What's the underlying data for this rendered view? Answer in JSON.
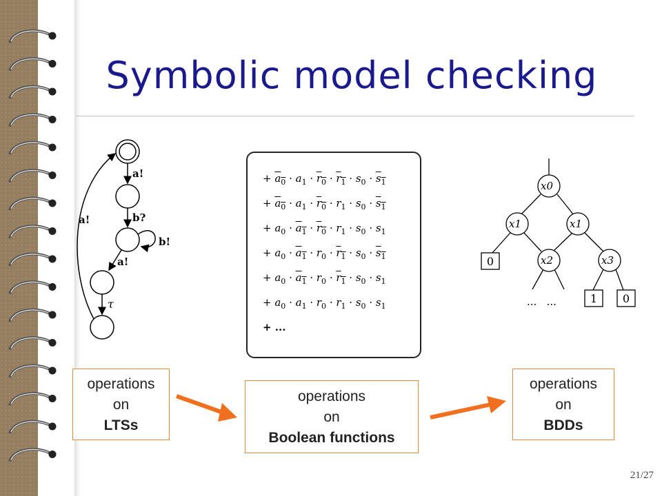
{
  "title": "Symbolic model checking",
  "lts": {
    "labels": {
      "a1": "a!",
      "b1": "b?",
      "b2": "b!",
      "a2": "a!",
      "tau": "τ",
      "back": "a!"
    }
  },
  "formulas": [
    {
      "parts": [
        [
          "+ ",
          false
        ],
        [
          "a",
          false,
          "0",
          true
        ],
        [
          " · ",
          false
        ],
        [
          "a",
          false,
          "1",
          false
        ],
        [
          " · ",
          false
        ],
        [
          "r",
          false,
          "0",
          true
        ],
        [
          " · ",
          false
        ],
        [
          "r",
          false,
          "1",
          true
        ],
        [
          " · ",
          false
        ],
        [
          "s",
          false,
          "0",
          false
        ],
        [
          " · ",
          false
        ],
        [
          "s",
          false,
          "1",
          true
        ]
      ]
    },
    {
      "parts": [
        [
          "+ ",
          false
        ],
        [
          "a",
          false,
          "0",
          true
        ],
        [
          " · ",
          false
        ],
        [
          "a",
          false,
          "1",
          false
        ],
        [
          " · ",
          false
        ],
        [
          "r",
          false,
          "0",
          true
        ],
        [
          " · ",
          false
        ],
        [
          "r",
          false,
          "1",
          false
        ],
        [
          " · ",
          false
        ],
        [
          "s",
          false,
          "0",
          false
        ],
        [
          " · ",
          false
        ],
        [
          "s",
          false,
          "1",
          true
        ]
      ]
    },
    {
      "parts": [
        [
          "+ ",
          false
        ],
        [
          "a",
          false,
          "0",
          false
        ],
        [
          " · ",
          false
        ],
        [
          "a",
          false,
          "1",
          true
        ],
        [
          " · ",
          false
        ],
        [
          "r",
          false,
          "0",
          true
        ],
        [
          " · ",
          false
        ],
        [
          "r",
          false,
          "1",
          false
        ],
        [
          " · ",
          false
        ],
        [
          "s",
          false,
          "0",
          false
        ],
        [
          " · ",
          false
        ],
        [
          "s",
          false,
          "1",
          false
        ]
      ]
    },
    {
      "parts": [
        [
          "+ ",
          false
        ],
        [
          "a",
          false,
          "0",
          false
        ],
        [
          " · ",
          false
        ],
        [
          "a",
          false,
          "1",
          true
        ],
        [
          " · ",
          false
        ],
        [
          "r",
          false,
          "0",
          false
        ],
        [
          " · ",
          false
        ],
        [
          "r",
          false,
          "1",
          true
        ],
        [
          " · ",
          false
        ],
        [
          "s",
          false,
          "0",
          false
        ],
        [
          " · ",
          false
        ],
        [
          "s",
          false,
          "1",
          true
        ]
      ]
    },
    {
      "parts": [
        [
          "+ ",
          false
        ],
        [
          "a",
          false,
          "0",
          false
        ],
        [
          " · ",
          false
        ],
        [
          "a",
          false,
          "1",
          true
        ],
        [
          " · ",
          false
        ],
        [
          "r",
          false,
          "0",
          false
        ],
        [
          " · ",
          false
        ],
        [
          "r",
          false,
          "1",
          true
        ],
        [
          " · ",
          false
        ],
        [
          "s",
          false,
          "0",
          false
        ],
        [
          " · ",
          false
        ],
        [
          "s",
          false,
          "1",
          false
        ]
      ]
    },
    {
      "parts": [
        [
          "+ ",
          false
        ],
        [
          "a",
          false,
          "0",
          false
        ],
        [
          " · ",
          false
        ],
        [
          "a",
          false,
          "1",
          false
        ],
        [
          " · ",
          false
        ],
        [
          "r",
          false,
          "0",
          false
        ],
        [
          " · ",
          false
        ],
        [
          "r",
          false,
          "1",
          false
        ],
        [
          " · ",
          false
        ],
        [
          "s",
          false,
          "0",
          false
        ],
        [
          " · ",
          false
        ],
        [
          "s",
          false,
          "1",
          false
        ]
      ]
    },
    {
      "parts": [
        [
          "+ ...",
          false
        ]
      ]
    }
  ],
  "bdd": {
    "nodes": {
      "root": "x0",
      "left": "x1",
      "right": "x1",
      "mid": "x2",
      "far": "x3"
    },
    "terminals": {
      "zero_left": "0",
      "one": "1",
      "zero_right": "0"
    },
    "ellipsis": "...   ..."
  },
  "boxes": {
    "lts": {
      "line1": "operations",
      "line2": "on",
      "line3": "LTSs"
    },
    "bool": {
      "line1": "operations",
      "line2": "on",
      "line3": "Boolean functions"
    },
    "bdd": {
      "line1": "operations",
      "line2": "on",
      "line3": "BDDs"
    }
  },
  "colors": {
    "title": "#1a1a8c",
    "arrow": "#f07020",
    "box_border": "#e08a3a",
    "binding": "#8b7355"
  },
  "page_number": "21/27"
}
